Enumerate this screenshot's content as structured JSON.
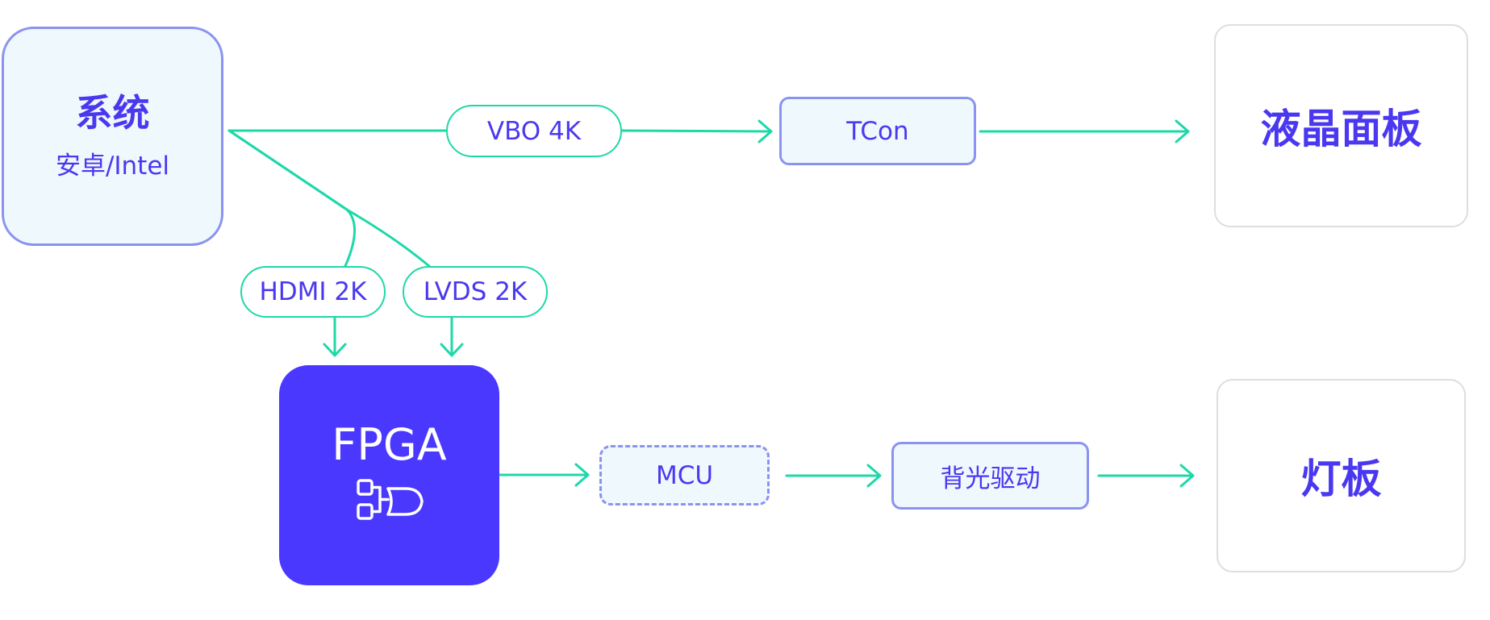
{
  "system_box": {
    "title": "系统",
    "subtitle": "安卓/Intel"
  },
  "labels": {
    "vbo": "VBO 4K",
    "hdmi": "HDMI 2K",
    "lvds": "LVDS 2K"
  },
  "tcon": "TCon",
  "lcd_panel": "液晶面板",
  "fpga": {
    "title": "FPGA",
    "icon": "logic-gate-icon"
  },
  "mcu": "MCU",
  "backlight_driver": "背光驱动",
  "light_board": "灯板",
  "colors": {
    "accent": "#4a38ff",
    "text": "#4a38f0",
    "connector": "#1ed8a8",
    "box_border": "#8a93f0",
    "box_fill": "#eef8fd"
  }
}
